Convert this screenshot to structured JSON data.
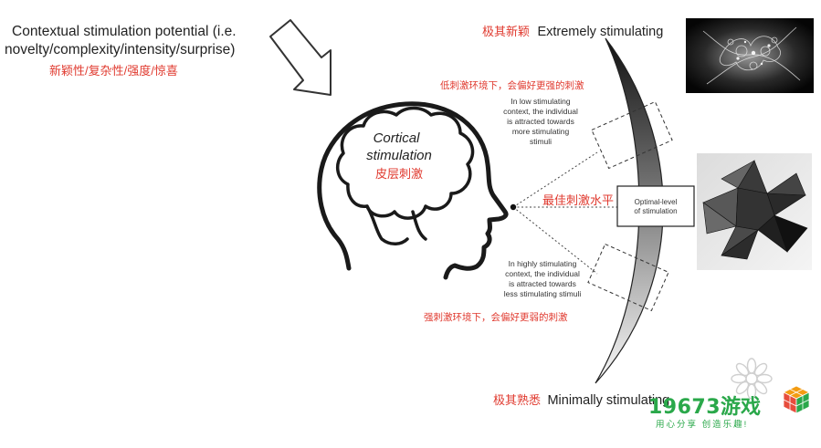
{
  "header": {
    "potential_line1": "Contextual stimulation potential (i.e.",
    "potential_line2": "novelty/complexity/intensity/surprise)",
    "potential_cn": "新颖性/复杂性/强度/惊喜"
  },
  "head": {
    "cortical_line1": "Cortical",
    "cortical_line2": "stimulation",
    "cortical_cn": "皮层刺激"
  },
  "top": {
    "cn": "极其新颖",
    "en": "Extremely stimulating"
  },
  "bottom": {
    "cn": "极其熟悉",
    "en": "Minimally stimulating"
  },
  "low_context": {
    "cn": "低刺激环境下，会偏好更强的刺激",
    "lines": [
      "In low stimulating",
      "context, the individual",
      "is attracted towards",
      "more stimulating",
      "stimuli"
    ]
  },
  "high_context": {
    "cn": "强刺激环境下，会偏好更弱的刺激",
    "lines": [
      "In highly stimulating",
      "context, the individual",
      "is attracted towards",
      "less stimulating stimuli"
    ]
  },
  "optimal": {
    "cn": "最佳刺激水平",
    "line1": "Optimal-level",
    "line2": "of stimulation"
  },
  "watermark": {
    "number": "19673",
    "cn": "游戏",
    "slogan": "用心分享 创造乐趣!"
  },
  "colors": {
    "accent_red": "#e03a2f",
    "watermark_green": "#2aa84a"
  }
}
